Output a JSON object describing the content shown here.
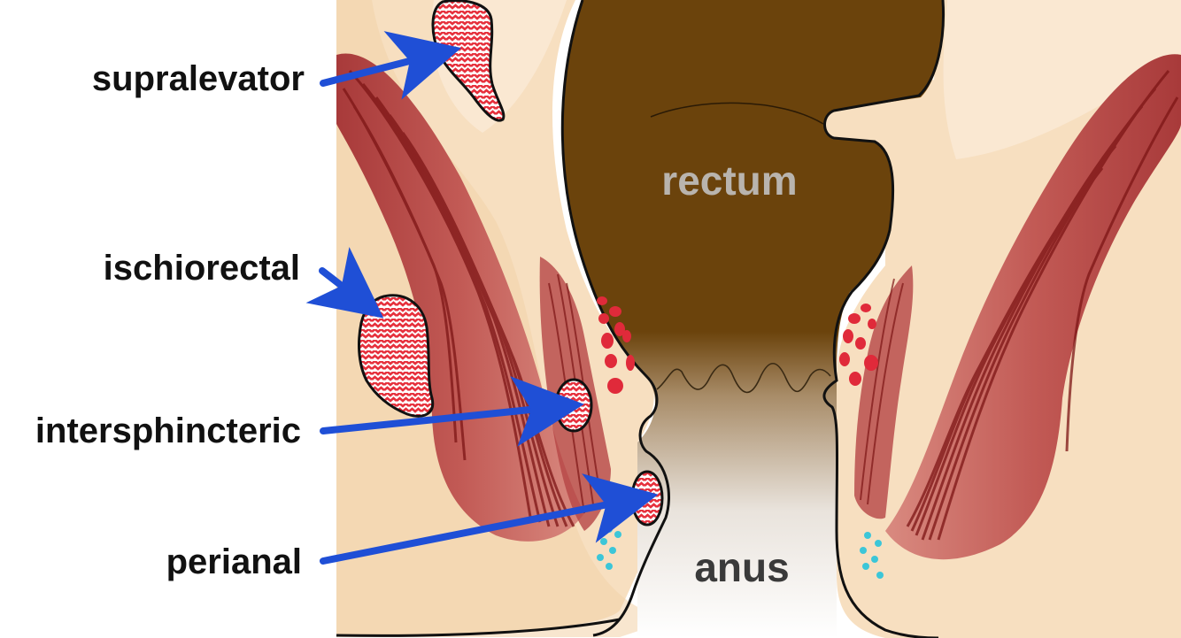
{
  "labels": {
    "supralevator": "supralevator",
    "ischiorectal": "ischiorectal",
    "intersphincteric": "intersphincteric",
    "perianal": "perianal",
    "rectum": "rectum",
    "anus": "anus"
  },
  "colors": {
    "background": "#ffffff",
    "fat_tissue": "#f7dfc0",
    "fat_light": "#fae8d2",
    "fat_dark": "#eecfa3",
    "muscle_dark": "#8b1a1a",
    "muscle_mid": "#b54545",
    "muscle_light": "#d98a80",
    "rectum_lumen": "#6b430c",
    "abscess_red": "#e6303c",
    "abscess_bg": "#ffffff",
    "gland_red": "#e02a3a",
    "gland_cyan": "#3cc6d8",
    "arrow_blue": "#1f4fd6",
    "outline": "#111111",
    "rectum_text": "#b9b4ae",
    "anus_text": "#3a3a3a",
    "label_text": "#111111"
  }
}
